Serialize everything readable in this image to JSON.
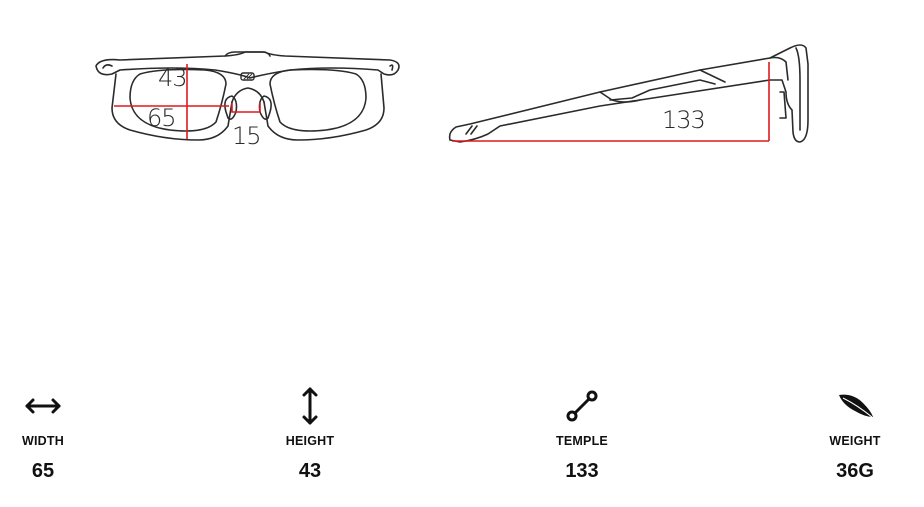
{
  "diagram": {
    "front_view": {
      "lens_height_label": "43",
      "lens_width_label": "65",
      "bridge_label": "15"
    },
    "side_view": {
      "temple_length_label": "133"
    },
    "accent_color": "#e0191e",
    "line_color": "#2b2b2b"
  },
  "specs": [
    {
      "icon": "horizontal-arrow-icon",
      "label": "WIDTH",
      "value": "65"
    },
    {
      "icon": "vertical-arrow-icon",
      "label": "HEIGHT",
      "value": "43"
    },
    {
      "icon": "temple-link-icon",
      "label": "TEMPLE",
      "value": "133"
    },
    {
      "icon": "feather-icon",
      "label": "WEIGHT",
      "value": "36G"
    }
  ]
}
